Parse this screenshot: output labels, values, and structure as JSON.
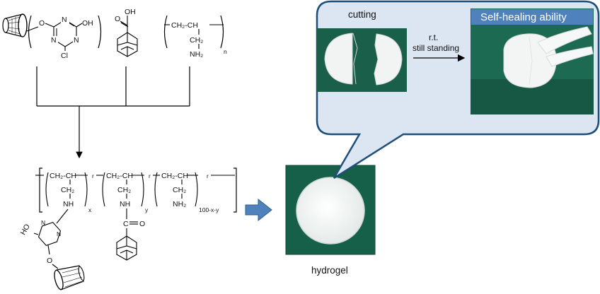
{
  "reactants": {
    "cd_triazine": {
      "oh": "OH",
      "n": "N",
      "cl": "Cl",
      "o": "O"
    },
    "adamantane_acid": {
      "cooh": "OH",
      "o": "O"
    },
    "polyallylamine": {
      "ch2ch": "CH₂-CH",
      "ch2": "CH₂",
      "nh2": "NH₂",
      "n": "n"
    }
  },
  "product": {
    "unit1": {
      "ch2ch": "CH₂-CH",
      "ch2": "CH₂",
      "nh": "NH",
      "x": "x",
      "r": "r"
    },
    "unit2": {
      "ch2ch": "CH₂-CH",
      "ch2": "CH₂",
      "nh": "NH",
      "co": "C",
      "o": "O",
      "y": "y",
      "r": "r"
    },
    "unit3": {
      "ch2ch": "CH₂-CH",
      "ch2": "CH₂",
      "nh2": "NH₂",
      "sub": "100-x-y",
      "r": "r"
    },
    "ho": "HO",
    "n": "N",
    "o": "O"
  },
  "hydrogel_label": "hydrogel",
  "callout": {
    "cutting_label": "cutting",
    "arrow_top": "r.t.",
    "arrow_bottom": "still standing",
    "badge": "Self-healing ability"
  },
  "colors": {
    "callout_fill": "#dce6f2",
    "callout_stroke": "#1f4e79",
    "badge_fill": "#4f81bd",
    "block_arrow": "#4f81bd",
    "gel_background": "#16604a",
    "gel_white": "#eef2f1"
  }
}
